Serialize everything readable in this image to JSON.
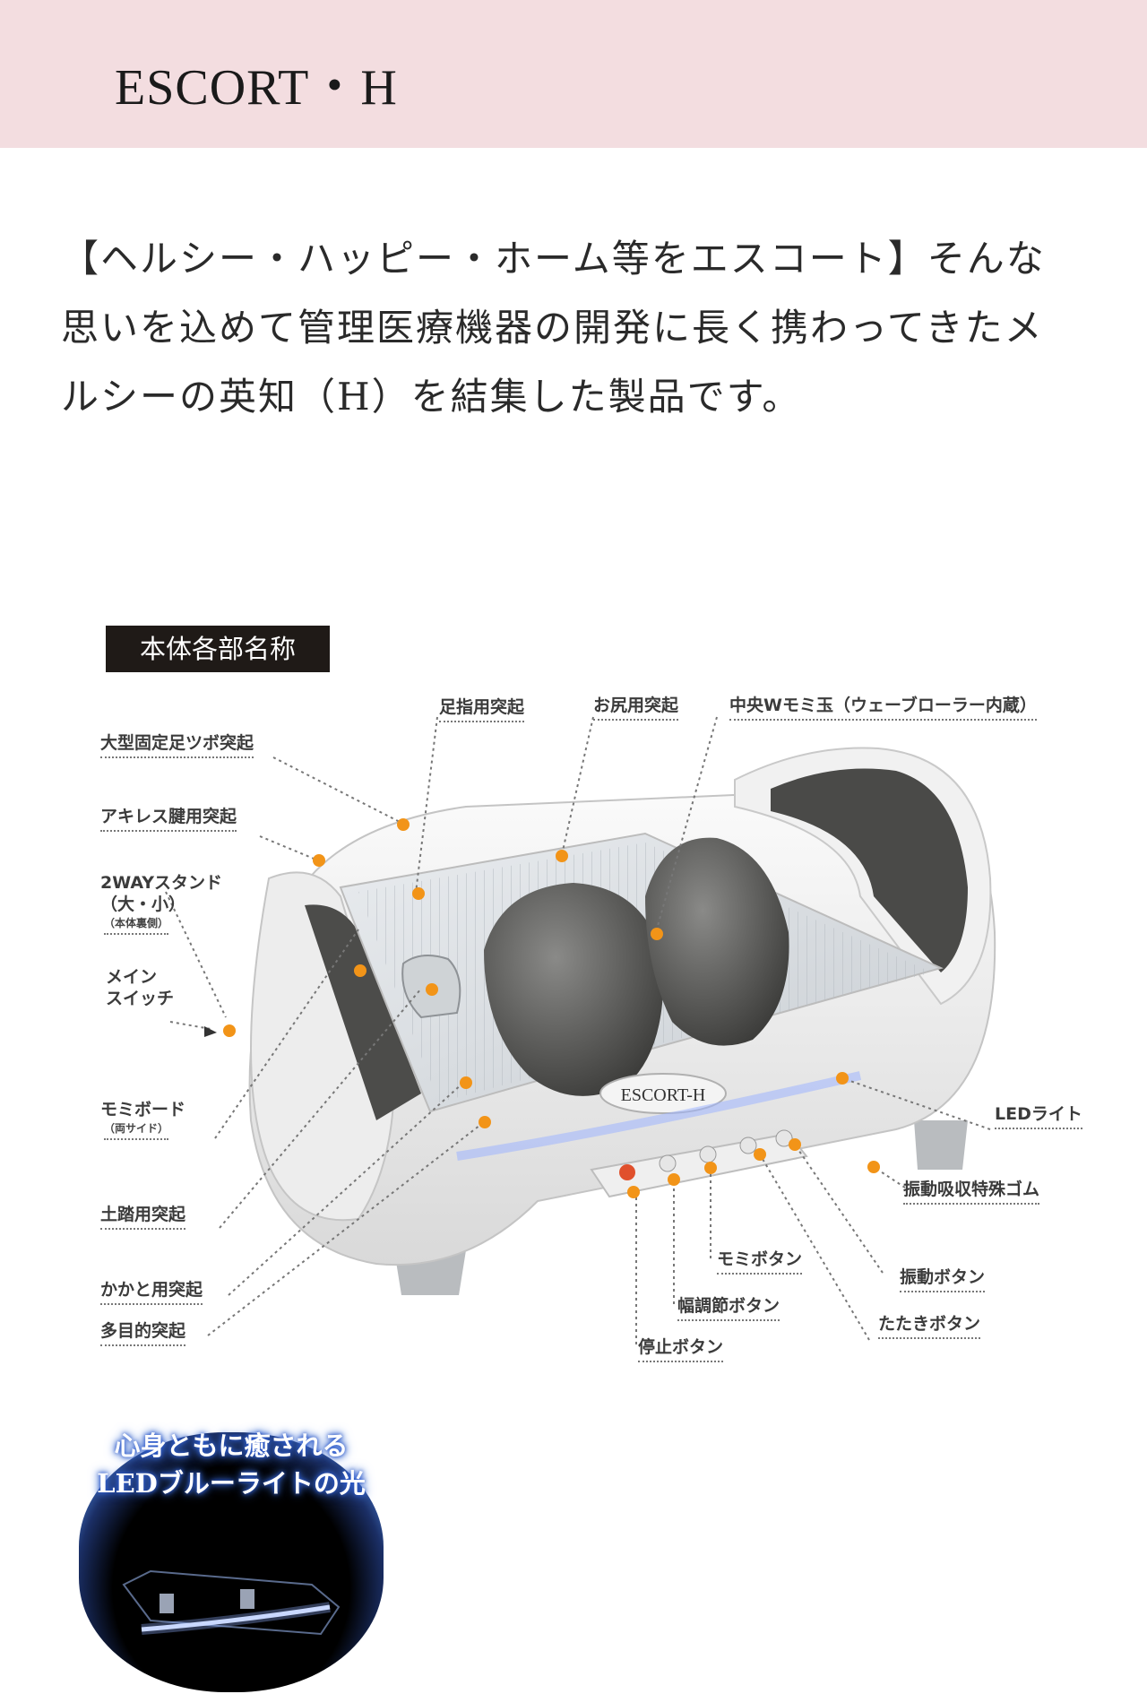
{
  "header": {
    "title": "ESCORT・H"
  },
  "intro": {
    "text": "【ヘルシー・ハッピー・ホーム等をエスコート】そんな思いを込めて管理医療機器の開発に長く携わってきたメルシーの英知（H）を結集した製品です。"
  },
  "diagram": {
    "heading": "本体各部名称",
    "labels": {
      "toe": "足指用突起",
      "buttock": "お尻用突起",
      "center": "中央Wモミ玉（ウェーブローラー内蔵）",
      "large_fixed": "大型固定足ツボ突起",
      "achilles": "アキレス腱用突起",
      "stand": "2WAYスタンド",
      "stand_size": "（大・小）",
      "stand_note": "（本体裏側）",
      "main_line1": "メイン",
      "main_line2": "スイッチ",
      "momi_board": "モミボード",
      "momi_board_note": "（両サイド）",
      "arch": "土踏用突起",
      "heel": "かかと用突起",
      "multi": "多目的突起",
      "led": "LEDライト",
      "rubber": "振動吸収特殊ゴム",
      "momi_button": "モミボタン",
      "vibration_button": "振動ボタン",
      "width_button": "幅調節ボタン",
      "tap_button": "たたきボタン",
      "stop_button": "停止ボタン"
    },
    "product_logo": "ESCORT-H",
    "colors": {
      "pointer": "#f29418",
      "accent_bg": "#f3dde0"
    }
  },
  "led_promo": {
    "line1": "心身ともに癒される",
    "line2": "LEDブルーライトの光"
  }
}
